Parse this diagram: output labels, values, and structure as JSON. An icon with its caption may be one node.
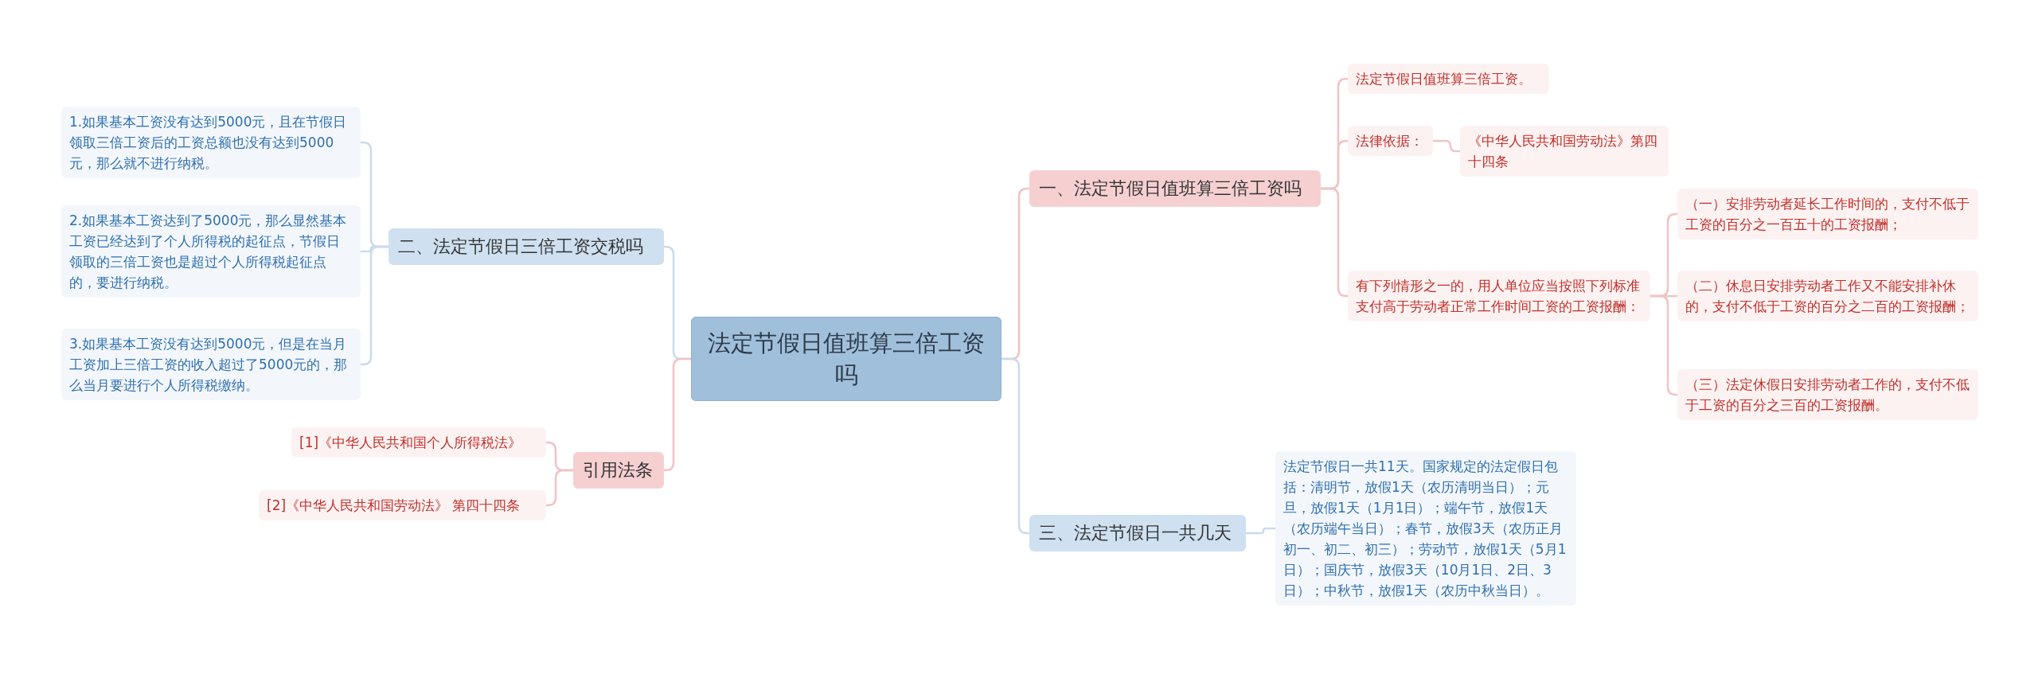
{
  "diagram": {
    "nodes": [
      {
        "text": [
          "法定节假日值班算三倍工资吗"
        ]
      },
      {
        "text": [
          "二、法定节假日三倍工资交税吗"
        ]
      },
      {
        "text": [
          "1.如果基本工资没有达到5000元，且在节假日领取三倍工资后的工资总额也没有达到5000元，那么就不进行纳税。"
        ]
      },
      {
        "text": [
          "2.如果基本工资达到了5000元，那么显然基本工资已经达到了个人所得税的起征点，节假日领取的三倍工资也是超过个人所得税起征点的，要进行纳税。"
        ]
      },
      {
        "text": [
          "3.如果基本工资没有达到5000元，但是在当月工资加上三倍工资的收入超过了5000元的，那么当月要进行个人所得税缴纳。"
        ]
      },
      {
        "text": [
          "引用法条"
        ]
      },
      {
        "text": [
          "[1]《中华人民共和国个人所得税法》"
        ]
      },
      {
        "text": [
          "[2]《中华人民共和国劳动法》 第四十四条"
        ]
      },
      {
        "text": [
          "一、法定节假日值班算三倍工资吗"
        ]
      },
      {
        "text": [
          "法定节假日值班算三倍工资。"
        ]
      },
      {
        "text": [
          "法律依据："
        ]
      },
      {
        "text": [
          "《中华人民共和国劳动法》第四十四条"
        ]
      },
      {
        "text": [
          "有下列情形之一的，用人单位应当按照下列标准支付高于劳动者正常工作时间工资的工资报酬："
        ]
      },
      {
        "text": [
          "（一）安排劳动者延长工作时间的，支付不低于工资的百分之一百五十的工资报酬；"
        ]
      },
      {
        "text": [
          "（二）休息日安排劳动者工作又不能安排补休的，支付不低于工资的百分之二百的工资报酬；"
        ]
      },
      {
        "text": [
          "（三）法定休假日安排劳动者工作的，支付不低于工资的百分之三百的工资报酬。"
        ]
      },
      {
        "text": [
          "三、法定节假日一共几天"
        ]
      },
      {
        "text": [
          "法定节假日一共11天。国家规定的法定假日包括：清明节，放假1天（农历清明当日）；元旦，放假1天（1月1日）；端午节，放假1天（农历端午当日）；春节，放假3天（农历正月初一、初二、初三）；劳动节，放假1天（5月1日）；国庆节，放假3天（10月1日、2日、3日）；中秋节，放假1天（农历中秋当日）。"
        ]
      }
    ],
    "edges": [
      {
        "from": 0,
        "to": 1,
        "arrow": "none",
        "color": "#c9dbed"
      },
      {
        "from": 1,
        "to": 2,
        "arrow": "none",
        "color": "#c9dbed"
      },
      {
        "from": 1,
        "to": 3,
        "arrow": "none",
        "color": "#c9dbed"
      },
      {
        "from": 1,
        "to": 4,
        "arrow": "none",
        "color": "#c9dbed"
      },
      {
        "from": 0,
        "to": 5,
        "arrow": "none"
      },
      {
        "from": 5,
        "to": 6,
        "arrow": "none"
      },
      {
        "from": 5,
        "to": 7,
        "arrow": "none"
      },
      {
        "from": 0,
        "to": 8,
        "arrow": "none"
      },
      {
        "from": 8,
        "to": 9,
        "arrow": "none"
      },
      {
        "from": 8,
        "to": 10,
        "arrow": "none"
      },
      {
        "from": 10,
        "to": 11,
        "arrow": "none"
      },
      {
        "from": 8,
        "to": 12,
        "arrow": "none"
      },
      {
        "from": 12,
        "to": 13,
        "arrow": "none"
      },
      {
        "from": 12,
        "to": 14,
        "arrow": "none"
      },
      {
        "from": 12,
        "to": 15,
        "arrow": "none"
      },
      {
        "from": 0,
        "to": 16,
        "arrow": "none",
        "color": "#c9dbed"
      },
      {
        "from": 16,
        "to": 17,
        "arrow": "none",
        "color": "#c9dbed"
      }
    ]
  }
}
